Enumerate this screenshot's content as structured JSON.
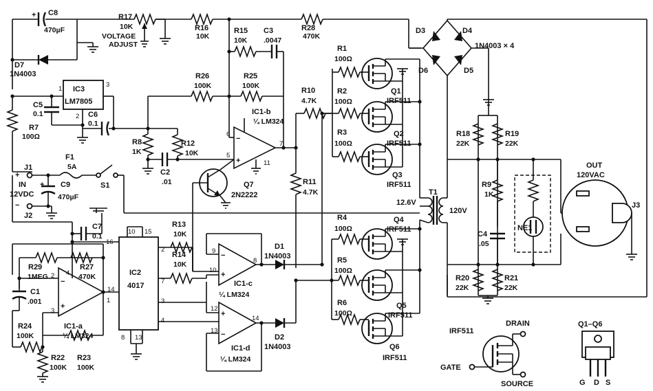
{
  "labels": {
    "c8": "C8",
    "c8_val": "470µF",
    "r17": "R17",
    "r17_val": "10K",
    "r17_l1": "VOLTAGE",
    "r17_l2": "ADJUST",
    "r16": "R16",
    "r16_val": "10K",
    "r15": "R15",
    "r15_val": "10K",
    "c3": "C3",
    "c3_val": ".0047",
    "r28": "R28",
    "r28_val": "470K",
    "d7": "D7",
    "d7_val": "1N4003",
    "ic3": "IC3",
    "ic3_val": "LM7805",
    "c5": "C5",
    "c5_val": "0.1",
    "c6": "C6",
    "c6_val": "0.1",
    "r7": "R7",
    "r7_val": "100Ω",
    "r26": "R26",
    "r26_val": "100K",
    "r25": "R25",
    "r25_val": "100K",
    "ic1b": "IC1-b",
    "ic1b_val": "¼ LM324",
    "r8": "R8",
    "r8_val": "1K",
    "r12": "R12",
    "r12_val": "10K",
    "c2": "C2",
    "c2_val": ".01",
    "q7": "Q7",
    "q7_val": "2N2222",
    "f1": "F1",
    "f1_val": "5A",
    "s1": "S1",
    "j1": "J1",
    "j2": "J2",
    "in1": "IN",
    "in2": "12VDC",
    "c9": "C9",
    "c9_val": "470µF",
    "c7": "C7",
    "c7_val": "0.1",
    "ic2": "IC2",
    "ic2_val": "4017",
    "r29": "R29",
    "r29_val": "1MEG",
    "r27": "R27",
    "r27_val": "470K",
    "c1": "C1",
    "c1_val": ".001",
    "ic1a": "IC1-a",
    "ic1a_val": "¼ LM324",
    "r24": "R24",
    "r24_val": "100K",
    "r22": "R22",
    "r22_val": "100K",
    "r23": "R23",
    "r23_val": "100K",
    "r13": "R13",
    "r13_val": "10K",
    "r14": "R14",
    "r14_val": "10K",
    "ic1c": "IC1-c",
    "ic1c_val": "¼ LM324",
    "ic1d": "IC1-d",
    "ic1d_val": "¼ LM324",
    "d1": "D1",
    "d1_val": "1N4003",
    "d2": "D2",
    "d2_val": "1N4003",
    "r10": "R10",
    "r10_val": "4.7K",
    "r11": "R11",
    "r11_val": "4.7K",
    "r1": "R1",
    "r1_val": "100Ω",
    "r2": "R2",
    "r2_val": "100Ω",
    "r3": "R3",
    "r3_val": "100Ω",
    "r4": "R4",
    "r4_val": "100Ω",
    "r5": "R5",
    "r5_val": "100Ω",
    "r6": "R6",
    "r6_val": "100Ω",
    "q1": "Q1",
    "q2": "Q2",
    "q3": "Q3",
    "q4": "Q4",
    "q5": "Q5",
    "q6": "Q6",
    "irf511": "IRF511",
    "t1": "T1",
    "t1_prim": "12.6V",
    "t1_sec": "120V",
    "d3": "D3",
    "d4": "D4",
    "d5": "D5",
    "d6": "D6",
    "bridge_val": "1N4003 × 4",
    "r18": "R18",
    "r18_val": "22K",
    "r19": "R19",
    "r19_val": "22K",
    "r9": "R9",
    "r9_val": "1K",
    "c4": "C4",
    "c4_val": ".05",
    "ne1": "NE1",
    "r20": "R20",
    "r20_val": "22K",
    "r21": "R21",
    "r21_val": "22K",
    "out1": "OUT",
    "out2": "120VAC",
    "j3": "J3",
    "drain": "DRAIN",
    "gate": "GATE",
    "source": "SOURCE",
    "legend_irf": "IRF511",
    "legend_q": "Q1–Q6",
    "pin_g": "G",
    "pin_d": "D",
    "pin_s": "S"
  },
  "pins": {
    "p1": "1",
    "p2": "2",
    "p3": "3",
    "p4": "4",
    "p5": "5",
    "p6": "6",
    "p7": "7",
    "p8": "8",
    "p9": "9",
    "p10": "10",
    "p11": "11",
    "p12": "12",
    "p13": "13",
    "p14": "14",
    "p15": "15",
    "p16": "16"
  },
  "colors": {
    "ink": "#111111",
    "paper": "#ffffff"
  }
}
